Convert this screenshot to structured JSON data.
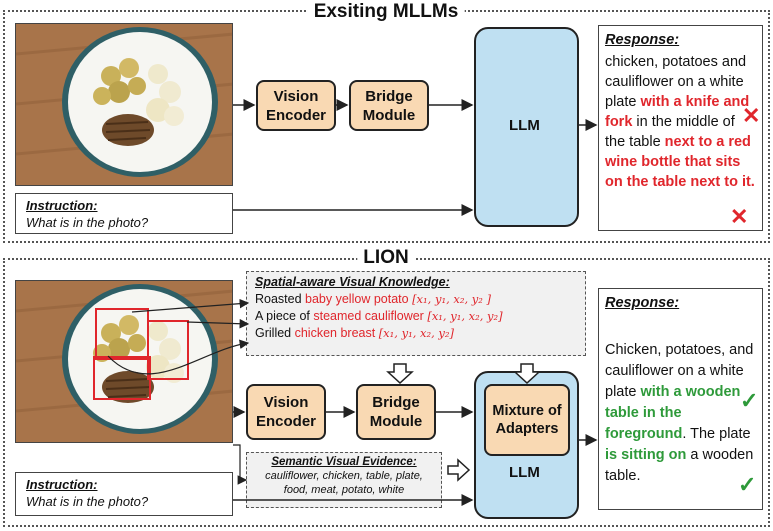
{
  "top": {
    "title": "Exsiting MLLMs",
    "vision_encoder": "Vision Encoder",
    "bridge_module": "Bridge Module",
    "llm": "LLM",
    "instruction_label": "Instruction:",
    "instruction_text": "What is in the photo?",
    "response_label": "Response:",
    "response_parts": {
      "p1": "chicken, potatoes and cauliflower on a white plate ",
      "p2": "with a knife and fork",
      "p3": " in the middle of the table ",
      "p4": "next to a red wine bottle that sits on the table next to it."
    },
    "wrong_mark": "✕"
  },
  "bottom": {
    "title": "LION",
    "knowledge_label": "Spatial-aware Visual Knowledge:",
    "knowledge_items": [
      {
        "prefix": "Roasted ",
        "highlight": "baby yellow potato",
        "coords": "[x₁, y₁, x₂, y₂ ]"
      },
      {
        "prefix": "A piece of ",
        "highlight": "steamed cauliflower",
        "coords": "[x₁, y₁, x₂, y₂]"
      },
      {
        "prefix": "Grilled ",
        "highlight": "chicken breast",
        "coords": "[x₁, y₁, x₂, y₂]"
      }
    ],
    "vision_encoder": "Vision Encoder",
    "bridge_module": "Bridge Module",
    "mixture_of_adapters": "Mixture of Adapters",
    "llm": "LLM",
    "evidence_label": "Semantic Visual Evidence:",
    "evidence_text": "cauliflower, chicken, table, plate, food, meat, potato, white",
    "instruction_label": "Instruction:",
    "instruction_text": "What is in the photo?",
    "response_label": "Response:",
    "response_parts": {
      "p1": "Chicken, potatoes, and cauliflower on a white plate ",
      "p2": "with a wooden table in the foreground",
      "p3": ". The plate ",
      "p4": "is sitting on",
      "p5": " a wooden table."
    },
    "check_mark": "✓"
  },
  "colors": {
    "module_fill": "#f9d9b3",
    "llm_fill": "#bfe0f2",
    "wrong": "#e0262c",
    "right": "#2e9a3a"
  }
}
